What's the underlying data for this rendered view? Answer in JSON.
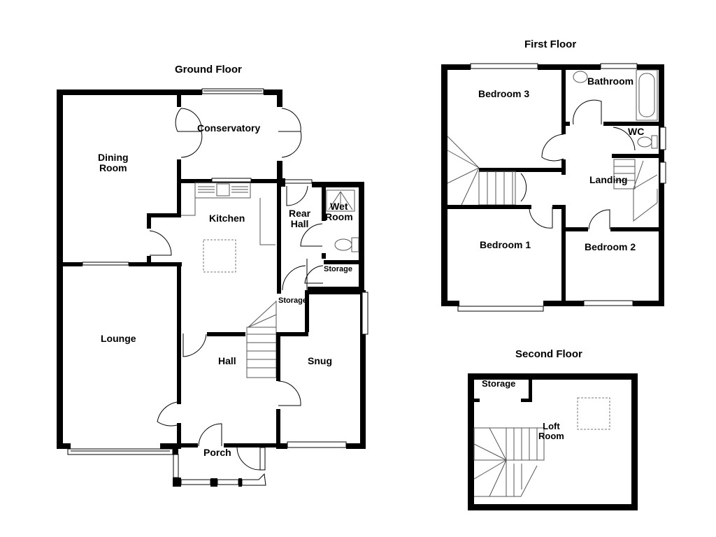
{
  "floors": [
    {
      "title": "Ground Floor",
      "rooms": [
        {
          "name": "Conservatory"
        },
        {
          "name": "Dining\nRoom"
        },
        {
          "name": "Kitchen"
        },
        {
          "name": "Rear\nHall"
        },
        {
          "name": "Wet\nRoom"
        },
        {
          "name": "Storage"
        },
        {
          "name": "Storage"
        },
        {
          "name": "Lounge"
        },
        {
          "name": "Hall"
        },
        {
          "name": "Snug"
        },
        {
          "name": "Porch"
        }
      ]
    },
    {
      "title": "First Floor",
      "rooms": [
        {
          "name": "Bedroom 3"
        },
        {
          "name": "Bathroom"
        },
        {
          "name": "WC"
        },
        {
          "name": "Landing"
        },
        {
          "name": "Bedroom 1"
        },
        {
          "name": "Bedroom 2"
        }
      ]
    },
    {
      "title": "Second Floor",
      "rooms": [
        {
          "name": "Storage"
        },
        {
          "name": "Loft\nRoom"
        }
      ]
    }
  ],
  "colors": {
    "wall": "#000000",
    "background": "#ffffff",
    "fixture_line": "#555555"
  }
}
